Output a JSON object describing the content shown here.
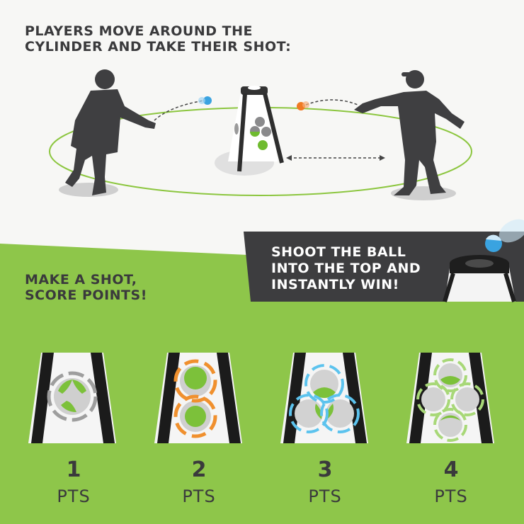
{
  "top_section": {
    "title_line1": "PLAYERS MOVE AROUND THE",
    "title_line2": "CYLINDER AND TAKE THEIR SHOT:",
    "illustration": {
      "left_player": "silhouette-player-throwing",
      "right_player": "silhouette-player-with-cap",
      "target": "tripod-cylinder-target",
      "ball_left_color": "#3aa3e0",
      "ball_right_color": "#f07a22",
      "circle_color": "#8cc63f"
    }
  },
  "banner": {
    "line1": "SHOOT THE BALL",
    "line2": "INTO THE TOP AND",
    "line3": "INSTANTLY WIN!",
    "background": "#3d3d3f"
  },
  "scoring": {
    "line1": "MAKE A SHOT,",
    "line2": "SCORE POINTS!",
    "background": "#8ec64a",
    "cards": [
      {
        "value": "1",
        "label": "PTS",
        "ring_color": "#9e9e9e"
      },
      {
        "value": "2",
        "label": "PTS",
        "ring_color": "#f0902e"
      },
      {
        "value": "3",
        "label": "PTS",
        "ring_color": "#5cc3ee"
      },
      {
        "value": "4",
        "label": "PTS",
        "ring_color": "#a8d878"
      }
    ]
  }
}
